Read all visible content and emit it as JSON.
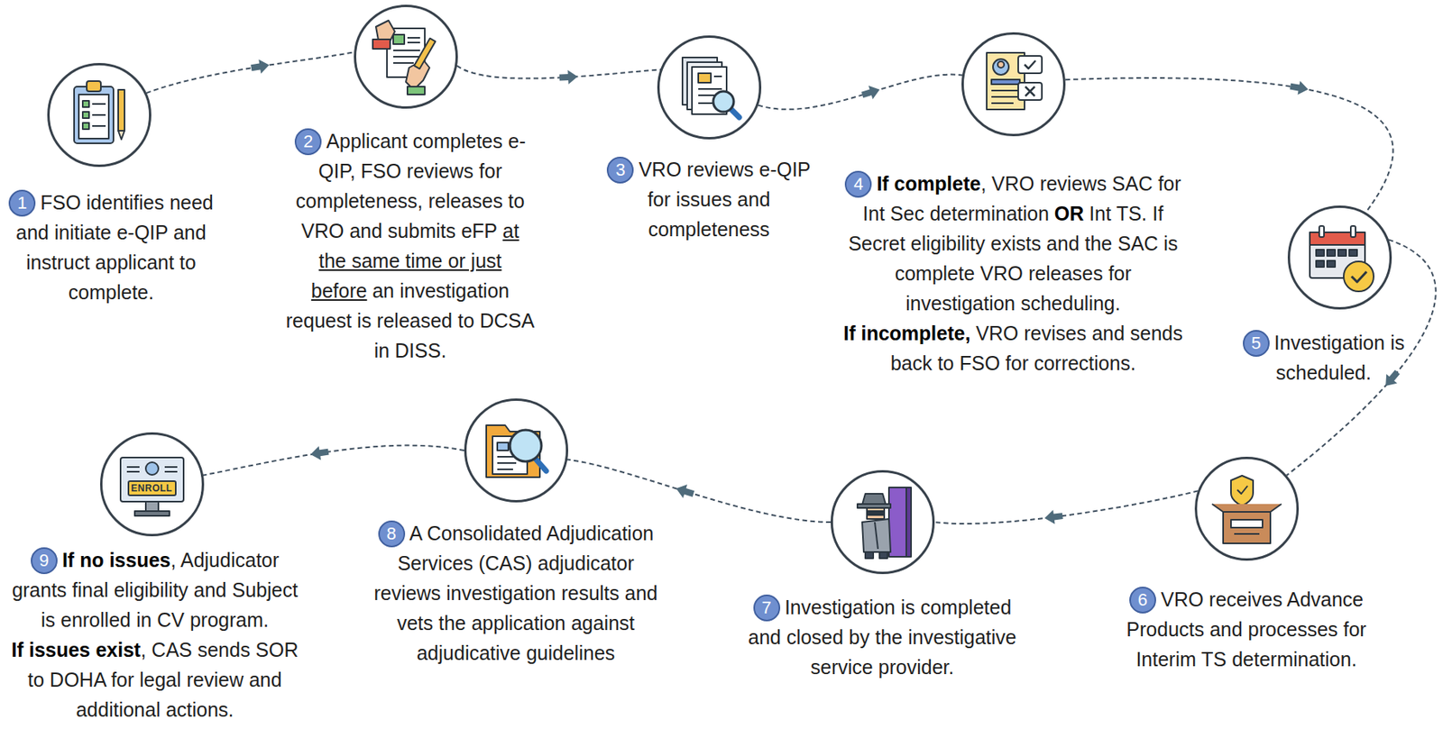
{
  "diagram": {
    "nodes": [
      {
        "text": [
          "1",
          "FSO identifies need and initiate e-QIP and instruct applicant to complete."
        ]
      },
      {
        "text": [
          "2",
          "Applicant completes e-QIP, FSO reviews for completeness, releases to VRO and submits eFP",
          "at the same time or just before",
          "an investigation request is released to DCSA in DISS."
        ]
      },
      {
        "text": [
          "3",
          "VRO reviews e-QIP for issues and completeness"
        ]
      },
      {
        "text": [
          "4",
          "If complete",
          ", VRO reviews SAC for Int Sec determination",
          "OR",
          "Int TS. If Secret eligibility exists and the SAC is complete VRO releases for investigation scheduling.",
          "If incomplete,",
          "VRO revises and sends back to FSO for corrections."
        ]
      },
      {
        "text": [
          "5",
          "Investigation is scheduled."
        ]
      },
      {
        "text": [
          "6",
          "VRO receives Advance Products and processes for Interim TS determination."
        ]
      },
      {
        "text": [
          "7",
          "Investigation is completed and closed by the investigative service provider."
        ]
      },
      {
        "text": [
          "8",
          "A Consolidated Adjudication Services (CAS) adjudicator reviews investigation results and vets the application against adjudicative guidelines"
        ]
      },
      {
        "text": [
          "9",
          "If no issues",
          ", Adjudicator grants final eligibility and Subject is enrolled in CV program.",
          "If issues exist",
          ", CAS sends SOR to DOHA for legal review and additional actions."
        ]
      }
    ],
    "edges": [
      {
        "from": 0,
        "to": 1,
        "arrow": "to"
      },
      {
        "from": 1,
        "to": 2,
        "arrow": "to"
      },
      {
        "from": 2,
        "to": 3,
        "arrow": "to"
      },
      {
        "from": 3,
        "to": 4,
        "arrow": "to"
      },
      {
        "from": 4,
        "to": 5,
        "arrow": "to"
      },
      {
        "from": 5,
        "to": 6,
        "arrow": "to"
      },
      {
        "from": 6,
        "to": 7,
        "arrow": "to"
      },
      {
        "from": 7,
        "to": 8,
        "arrow": "to"
      }
    ],
    "labels": [
      "ENROLL"
    ]
  }
}
